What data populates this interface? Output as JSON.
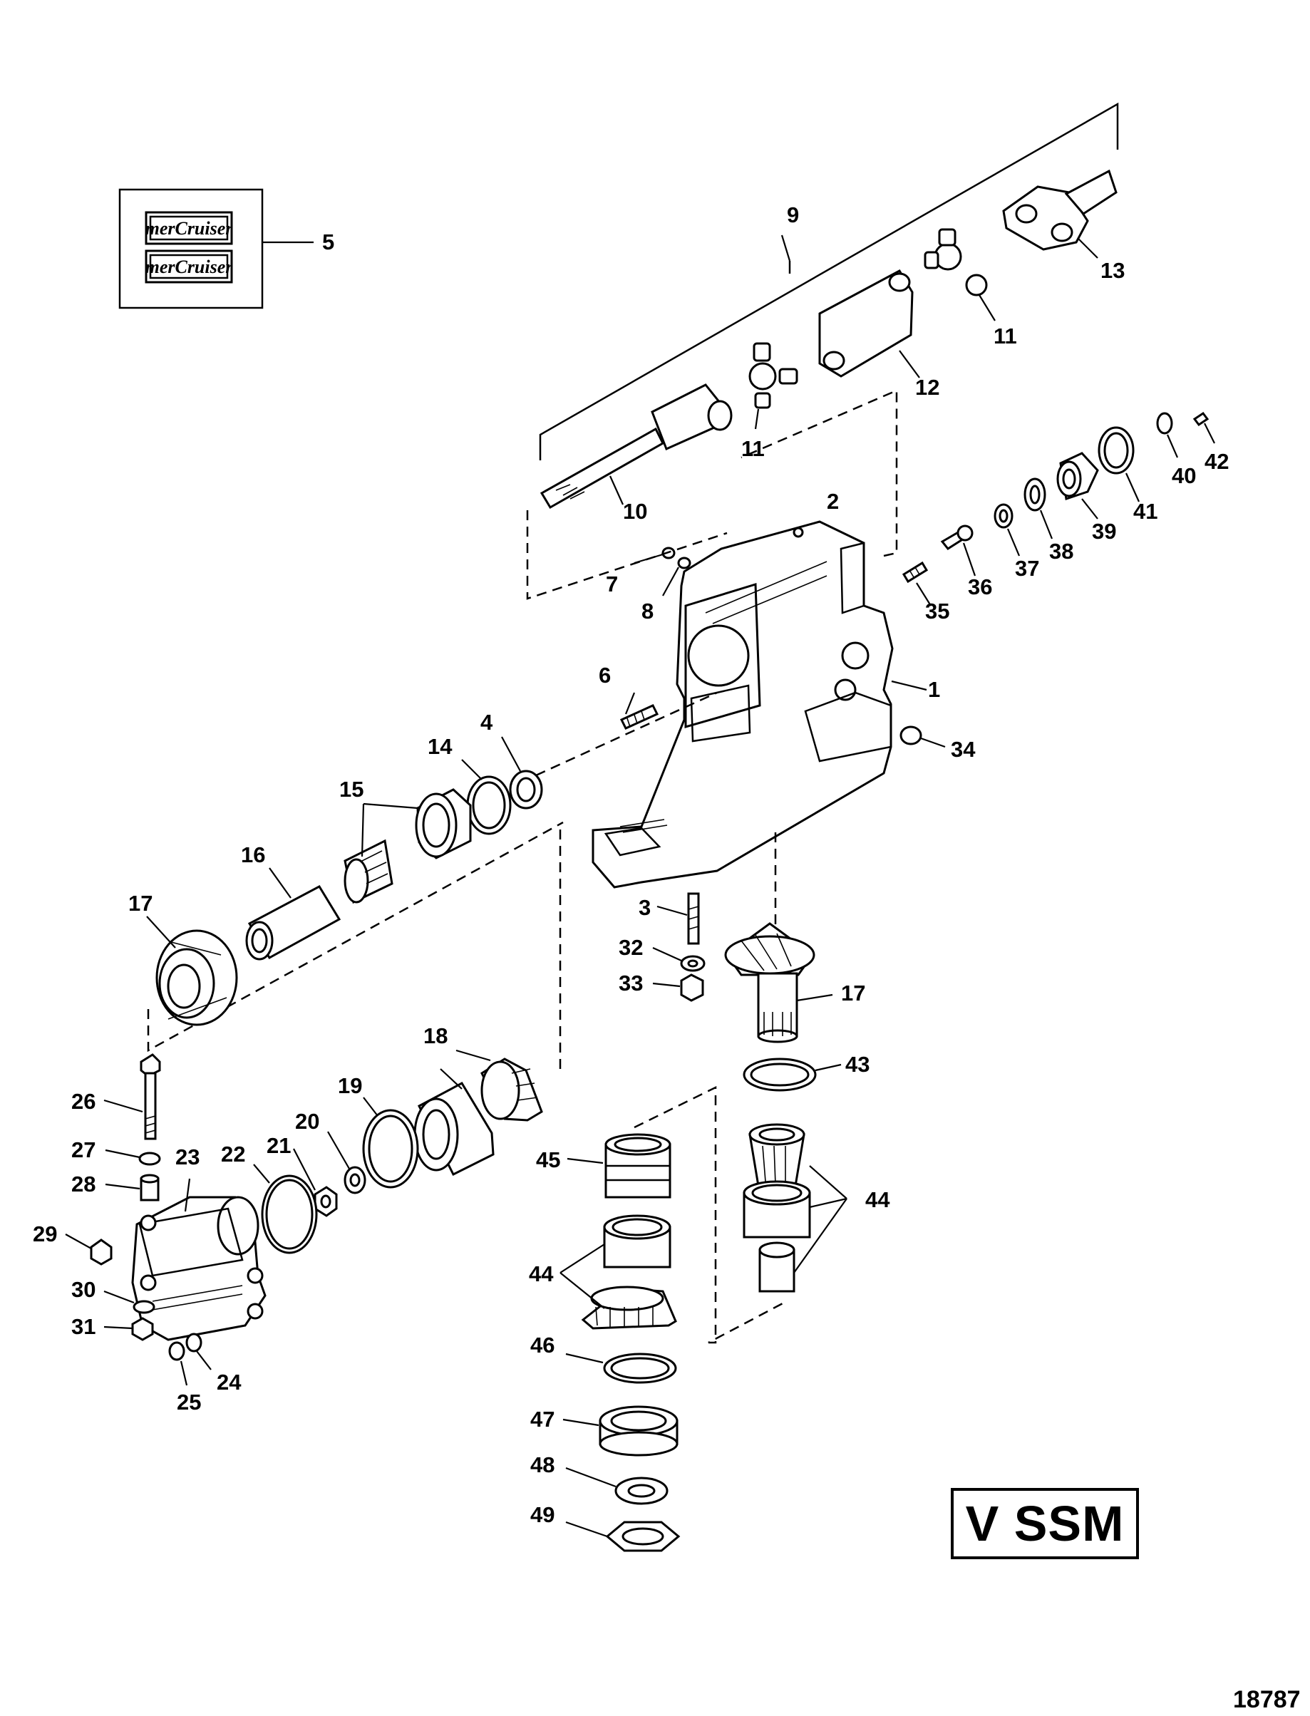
{
  "model_label": "V SSM",
  "drawing_number": "18787",
  "decal_text": "merCruiser",
  "callouts": [
    {
      "id": "1",
      "text": "1"
    },
    {
      "id": "2",
      "text": "2"
    },
    {
      "id": "3",
      "text": "3"
    },
    {
      "id": "4",
      "text": "4"
    },
    {
      "id": "5",
      "text": "5"
    },
    {
      "id": "6",
      "text": "6"
    },
    {
      "id": "7",
      "text": "7"
    },
    {
      "id": "8",
      "text": "8"
    },
    {
      "id": "9",
      "text": "9"
    },
    {
      "id": "10",
      "text": "10"
    },
    {
      "id": "11a",
      "text": "11"
    },
    {
      "id": "11b",
      "text": "11"
    },
    {
      "id": "12",
      "text": "12"
    },
    {
      "id": "13",
      "text": "13"
    },
    {
      "id": "14",
      "text": "14"
    },
    {
      "id": "15",
      "text": "15"
    },
    {
      "id": "16",
      "text": "16"
    },
    {
      "id": "17a",
      "text": "17"
    },
    {
      "id": "17b",
      "text": "17"
    },
    {
      "id": "18",
      "text": "18"
    },
    {
      "id": "19",
      "text": "19"
    },
    {
      "id": "20",
      "text": "20"
    },
    {
      "id": "21",
      "text": "21"
    },
    {
      "id": "22",
      "text": "22"
    },
    {
      "id": "23",
      "text": "23"
    },
    {
      "id": "24",
      "text": "24"
    },
    {
      "id": "25",
      "text": "25"
    },
    {
      "id": "26",
      "text": "26"
    },
    {
      "id": "27",
      "text": "27"
    },
    {
      "id": "28",
      "text": "28"
    },
    {
      "id": "29",
      "text": "29"
    },
    {
      "id": "30",
      "text": "30"
    },
    {
      "id": "31",
      "text": "31"
    },
    {
      "id": "32",
      "text": "32"
    },
    {
      "id": "33",
      "text": "33"
    },
    {
      "id": "34",
      "text": "34"
    },
    {
      "id": "35",
      "text": "35"
    },
    {
      "id": "36",
      "text": "36"
    },
    {
      "id": "37",
      "text": "37"
    },
    {
      "id": "38",
      "text": "38"
    },
    {
      "id": "39",
      "text": "39"
    },
    {
      "id": "40",
      "text": "40"
    },
    {
      "id": "41",
      "text": "41"
    },
    {
      "id": "42",
      "text": "42"
    },
    {
      "id": "43",
      "text": "43"
    },
    {
      "id": "44a",
      "text": "44"
    },
    {
      "id": "44b",
      "text": "44"
    },
    {
      "id": "45",
      "text": "45"
    },
    {
      "id": "46",
      "text": "46"
    },
    {
      "id": "47",
      "text": "47"
    },
    {
      "id": "48",
      "text": "48"
    },
    {
      "id": "49",
      "text": "49"
    }
  ]
}
